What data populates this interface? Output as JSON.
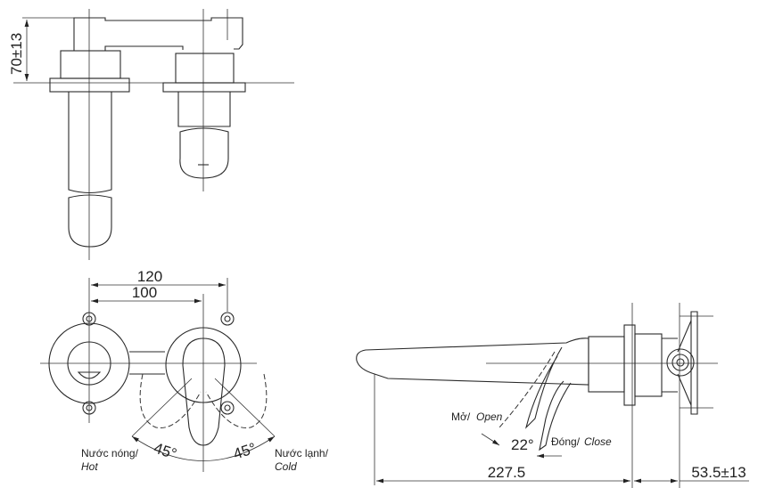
{
  "top_view": {
    "height_dim": "70±13"
  },
  "plan_view": {
    "width_outer": "120",
    "width_inner": "100",
    "angle_hot": "45°",
    "angle_cold": "45°",
    "hot_label_vi": "Nước nóng/",
    "hot_label_en": "Hot",
    "cold_label_vi": "Nước lạnh/",
    "cold_label_en": "Cold"
  },
  "side_view": {
    "open_label_vi": "Mở/",
    "open_label_en": "Open",
    "close_label_vi": "Đóng/",
    "close_label_en": "Close",
    "angle": "22°",
    "length_dim": "227.5",
    "depth_dim": "53.5±13"
  }
}
